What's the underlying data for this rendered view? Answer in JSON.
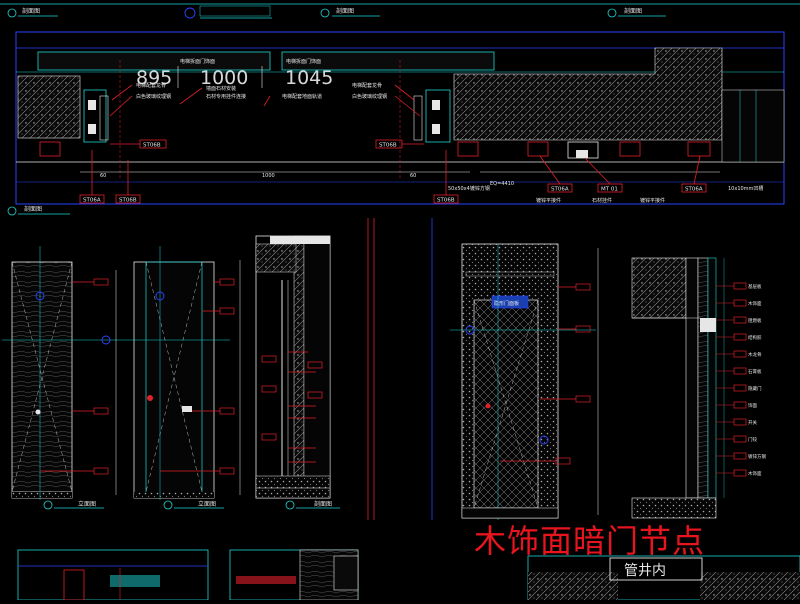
{
  "titles": {
    "top_left": "剖面图",
    "top_mid": "剖面图",
    "top_right": "剖面图",
    "plan_bottom": "剖面图",
    "elev_a": "立面图",
    "elev_b": "立面图",
    "section_c": "剖面图"
  },
  "plan": {
    "dims": [
      "895",
      "1000",
      "1045"
    ],
    "rail_left": "电梯拆面门饰面",
    "rail_right": "电梯拆面门饰面",
    "notes_left": [
      "电梯配套龙骨",
      "白色玻璃纹理钢"
    ],
    "notes_mid": [
      "墙面石材安装",
      "石材专用挂件连接"
    ],
    "notes_right_a": [
      "电梯配套地面轨道"
    ],
    "notes_right_b": [
      "电梯配套龙骨",
      "白色玻璃纹理钢"
    ],
    "codes_top": [
      "ST06B",
      "ST06B"
    ],
    "codes_bottom": [
      "ST06A",
      "ST06B",
      "ST06B",
      "ST06A",
      "MT 01",
      "ST06A"
    ],
    "bottom_labels": [
      "50x50x4镀锌方钢",
      "镀锌平接件",
      "石材挂件",
      "镀锌平接件",
      "10x10mm凹槽"
    ],
    "bottom_dims": [
      "60",
      "1000",
      "60",
      "EQ=4410"
    ]
  },
  "section_notes": {
    "right_column": [
      "基层板",
      "木饰面",
      "阻燃板",
      "结构胶",
      "木龙骨",
      "石膏板",
      "隐藏门",
      "饰面",
      "开关",
      "门铰",
      "镀锌方钢",
      "木饰面"
    ],
    "door_label": "隐形门面板"
  },
  "bottom": {
    "tag": "管井内"
  },
  "watermark": "木饰面暗门节点",
  "colors": {
    "background": "#000000",
    "line_cyan": "#1dd5d5",
    "line_white": "#e6e6e6",
    "line_blue": "#2a42ff",
    "accent_red": "#e0202a",
    "text_red": "#e8141e"
  }
}
